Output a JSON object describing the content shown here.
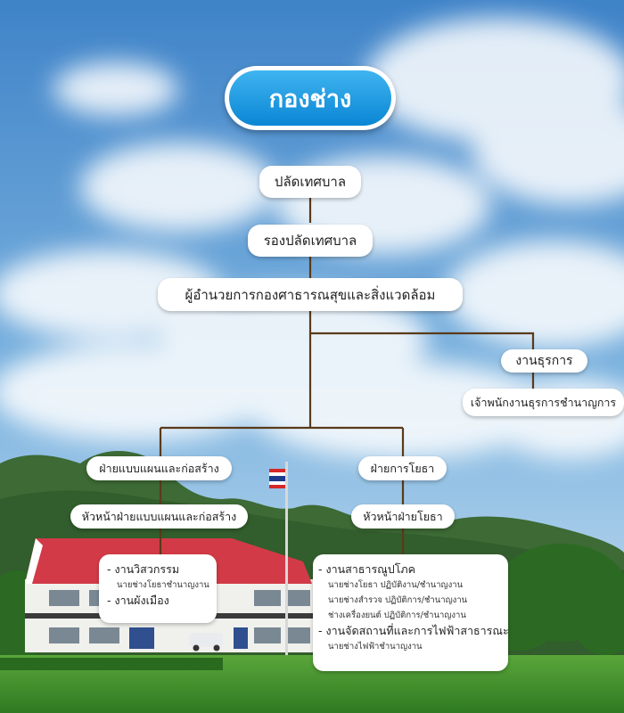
{
  "title": "กองช่าง",
  "nodes": {
    "palat": "ปลัดเทศบาล",
    "rong_palat": "รองปลัดเทศบาล",
    "director": "ผู้อำนวยการกองศาธารณสุขและสิ่งแวดล้อม",
    "general_work": "งานธุรการ",
    "general_officer": "เจ้าพนักงานธุรการชำนาญการ",
    "design_division": "ฝ่ายแบบแผนและก่อสร้าง",
    "design_head": "หัวหน้าฝ่ายแบบแผนและก่อสร้าง",
    "works_division": "ฝ่ายการโยธา",
    "works_head": "หัวหน้าฝ่ายโยธา"
  },
  "design_list": [
    {
      "item": "- งานวิสวกรรม",
      "subs": [
        "นายช่างโยธาชำนาญงาน"
      ]
    },
    {
      "item": "- งานผังเมือง",
      "subs": []
    }
  ],
  "works_list": [
    {
      "item": "- งานสาธารณูปโภค",
      "subs": [
        "นายช่างโยธา ปฏิบัติงาน/ชำนาญงาน",
        "นายช่างสำรวจ ปฏิบัติการ/ชำนาญงาน",
        "ช่างเครื่องยนต์ ปฏิบัติการ/ชำนาญงาน"
      ]
    },
    {
      "item": "- งานจัดสถานที่และการไฟฟ้าสาธารณะ",
      "subs": [
        "นายช่างไฟฟ้าชำนาญงาน"
      ]
    }
  ],
  "colors": {
    "sky_top": "#3f83c8",
    "sky_bottom": "#cfe3f2",
    "connector": "#5a3a1a",
    "title_blue": "#0a86d4",
    "grass": "#3f8f2a",
    "roof": "#d23a47"
  }
}
